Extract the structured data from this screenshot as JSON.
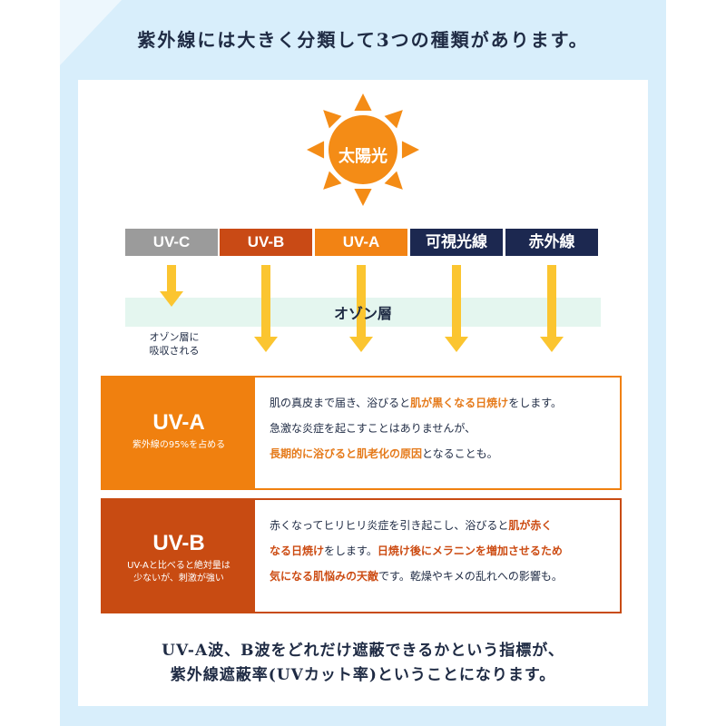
{
  "heading": "紫外線には大きく分類して3つの種類があります。",
  "sun": {
    "label": "太陽光",
    "color": "#f48c16"
  },
  "bands": [
    {
      "label": "UV-C",
      "color": "#9b9b9b"
    },
    {
      "label": "UV-B",
      "color": "#c94a15"
    },
    {
      "label": "UV-A",
      "color": "#f28314"
    },
    {
      "label": "可視光線",
      "color": "#1c2850"
    },
    {
      "label": "赤外線",
      "color": "#1c2850"
    }
  ],
  "ozone": {
    "label": "オゾン層"
  },
  "absorbed_note": [
    "オゾン層に",
    "吸収される"
  ],
  "uva": {
    "title": "UV-A",
    "subtitle": [
      "紫外線の95%を占める"
    ],
    "color": "#f0800f",
    "lines": [
      [
        {
          "t": "肌の真皮まで届き、浴びると"
        },
        {
          "t": "肌が黒くなる日焼け",
          "hl": true
        },
        {
          "t": "をします。"
        }
      ],
      [
        {
          "t": "急激な炎症を起こすことはありませんが、"
        }
      ],
      [
        {
          "t": "長期的に浴びると肌老化の原因",
          "hl": true
        },
        {
          "t": "となることも。"
        }
      ]
    ]
  },
  "uvb": {
    "title": "UV-B",
    "subtitle": [
      "UV-Aと比べると絶対量は",
      "少ないが、刺激が強い"
    ],
    "color": "#c84b12",
    "lines": [
      [
        {
          "t": "赤くなってヒリヒリ炎症を引き起こし、浴びると"
        },
        {
          "t": "肌が赤く",
          "hl": true
        }
      ],
      [
        {
          "t": "なる日焼け",
          "hl": true
        },
        {
          "t": "をします。"
        },
        {
          "t": "日焼け後にメラニンを増加させるため",
          "hl": true
        }
      ],
      [
        {
          "t": "気になる肌悩みの天敵",
          "hl": true
        },
        {
          "t": "です。乾燥やキメの乱れへの影響も。"
        }
      ]
    ]
  },
  "footer": [
    "UV-A波、B波をどれだけ遮蔽できるかという指標が、",
    "紫外線遮蔽率(UVカット率)ということになります。"
  ]
}
